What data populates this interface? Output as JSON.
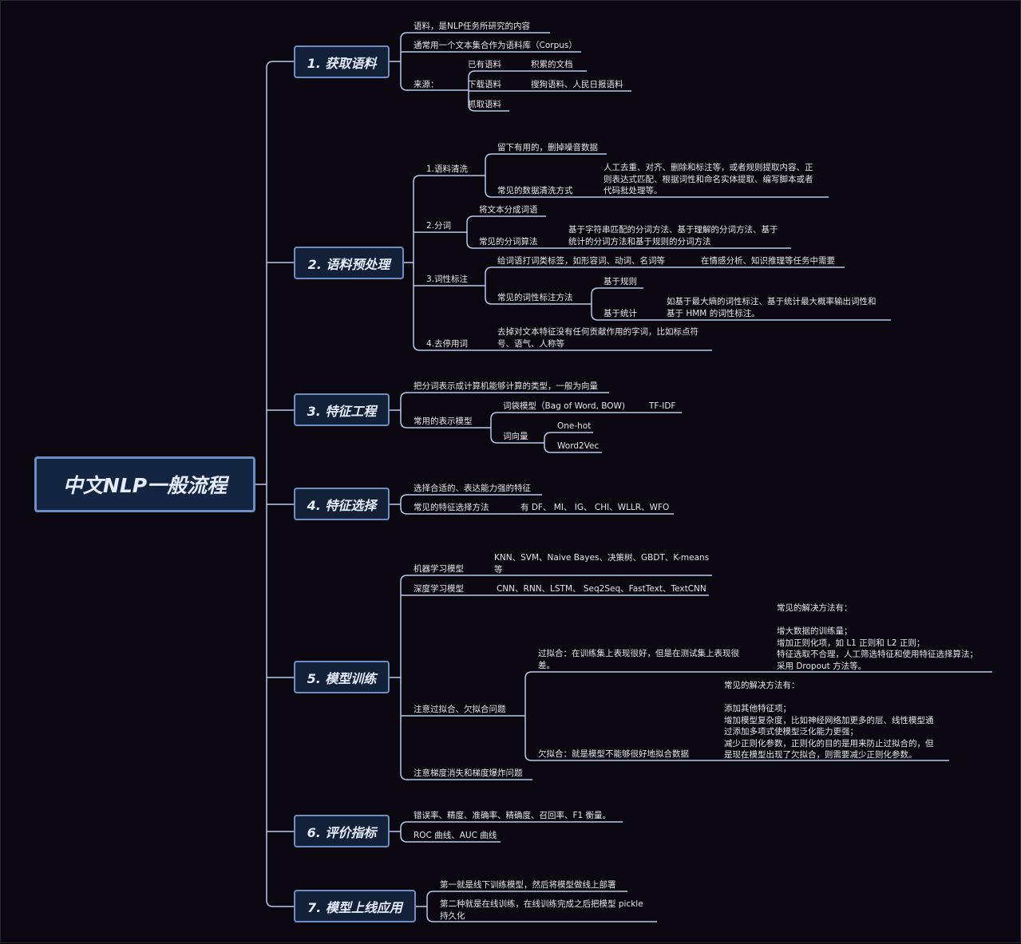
{
  "colors": {
    "background": "#0b0710",
    "line": "#b7c8ea",
    "node_border": "#6f8fc4",
    "node_fill": "#122038",
    "text": "#e2e4ea"
  },
  "root": "中文NLP一般流程",
  "branches": {
    "b1": {
      "title": "1. 获取语料",
      "t1": "语料，是NLP任务所研究的内容",
      "t2": "通常用一个文本集合作为语料库（Corpus）",
      "source": "来源：",
      "s1": "已有语料",
      "s1d": "积累的文档",
      "s2": "下载语料",
      "s2d": "搜狗语料、人民日报语料",
      "s3": "抓取语料"
    },
    "b2": {
      "title": "2. 语料预处理",
      "c": "1.语料清洗",
      "c1": "留下有用的，删掉噪音数据",
      "c2": "常见的数据清洗方式",
      "c2d": "人工去重、对齐、删除和标注等，或者规则提取内容、正\n则表达式匹配、根据词性和命名实体提取、编写脚本或者\n代码批处理等。",
      "s": "2.分词",
      "s1": "将文本分成词语",
      "s2": "常见的分词算法",
      "s2d": "基于字符串匹配的分词方法、基于理解的分词方法、基于\n统计的分词方法和基于规则的分词方法",
      "p": "3.词性标注",
      "p1": "给词语打词类标签，如形容词、动词、名词等",
      "p1d": "在情感分析、知识推理等任务中需要",
      "p2": "常见的词性标注方法",
      "p2a": "基于规则",
      "p2b": "基于统计",
      "p2bd": "如基于最大熵的词性标注、基于统计最大概率输出词性和\n基于 HMM 的词性标注。",
      "sw": "4.去停用词",
      "swd": "去掉对文本特征没有任何贡献作用的字词，比如标点符\n号、语气、人称等"
    },
    "b3": {
      "title": "3. 特征工程",
      "t1": "把分词表示成计算机能够计算的类型，一般为向量",
      "t2": "常用的表示模型",
      "m1": "词袋模型（Bag of Word, BOW)",
      "m1d": "TF-IDF",
      "m2": "词向量",
      "m2a": "One-hot",
      "m2b": "Word2Vec"
    },
    "b4": {
      "title": "4. 特征选择",
      "t1": "选择合适的、表达能力强的特征",
      "t2": "常见的特征选择方法",
      "t2d": "有 DF、 MI、 IG、 CHI、WLLR、WFO"
    },
    "b5": {
      "title": "5. 模型训练",
      "ml": "机器学习模型",
      "mld": "KNN、SVM、Naive Bayes、决策树、GBDT、K-means\n等",
      "dl": "深度学习模型",
      "dld": "CNN、RNN、LSTM、 Seq2Seq、FastText、TextCNN",
      "fit": "注意过拟合、欠拟合问题",
      "over": "过拟合：在训练集上表现很好，但是在测试集上表现很\n差。",
      "overd": "常见的解决方法有：\n\n增大数据的训练量；\n增加正则化项，如 L1 正则和 L2 正则；\n特征选取不合理，人工筛选特征和使用特征选择算法；\n采用 Dropout 方法等。",
      "under": "欠拟合：就是模型不能够很好地拟合数据",
      "underd": "常见的解决方法有：\n\n添加其他特征项；\n增加模型复杂度，比如神经网络加更多的层、线性模型通\n过添加多项式使模型泛化能力更强；\n减少正则化参数，正则化的目的是用来防止过拟合的，但\n是现在模型出现了欠拟合，则需要减少正则化参数。",
      "grad": "注意梯度消失和梯度爆炸问题"
    },
    "b6": {
      "title": "6. 评价指标",
      "t1": "错误率、精度、准确率、精确度、召回率、F1 衡量。",
      "t2": "ROC 曲线、AUC 曲线"
    },
    "b7": {
      "title": "7. 模型上线应用",
      "t1": "第一就是线下训练模型，然后将模型做线上部署",
      "t2": "第二种就是在线训练，在线训练完成之后把模型 pickle\n持久化"
    }
  }
}
